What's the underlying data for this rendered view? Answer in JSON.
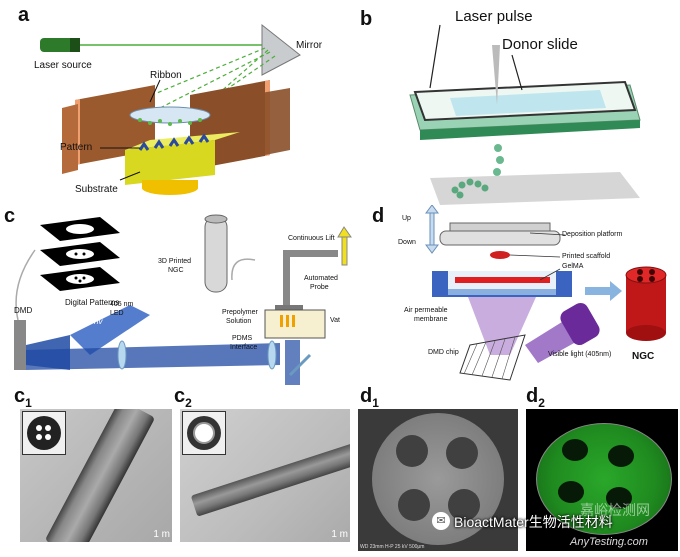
{
  "panels": {
    "a": {
      "letter": "a",
      "laser_source": "Laser source",
      "mirror": "Mirror",
      "ribbon": "Ribbon",
      "pattern": "Pattern",
      "substrate": "Substrate"
    },
    "b": {
      "letter": "b",
      "laser_pulse": "Laser pulse",
      "donor_slide": "Donor slide"
    },
    "c": {
      "letter": "c",
      "digital_patterns": "Digital Patterns",
      "dmd": "DMD",
      "led_line1": "405 nm",
      "led_line2": "LED",
      "hv": "hv",
      "ngc_line1": "3D Printed",
      "ngc_line2": "NGC",
      "continuous_lift": "Continuous Lift",
      "probe_line1": "Automated",
      "probe_line2": "Probe",
      "prepolymer_line1": "Prepolymer",
      "prepolymer_line2": "Solution",
      "vat": "Vat",
      "pdms_line1": "PDMS",
      "pdms_line2": "Interface"
    },
    "d": {
      "letter": "d",
      "up": "Up",
      "down": "Down",
      "deposition_platform": "Deposition platform",
      "printed_scaffold": "Printed scaffold",
      "gelma": "GelMA",
      "air_line1": "Air permeable",
      "air_line2": "membrane",
      "dmd_chip": "DMD chip",
      "visible_light": "Visible light (405nm)",
      "ngc": "NGC"
    },
    "c1": {
      "letter": "c",
      "sub": "1",
      "scale": "1 m"
    },
    "c2": {
      "letter": "c",
      "sub": "2",
      "scale": "1 m"
    },
    "d1": {
      "letter": "d",
      "sub": "1",
      "sem_info": "WD 23mm  H-P  25 kV    500μm"
    },
    "d2": {
      "letter": "d",
      "sub": "2"
    }
  },
  "watermark": {
    "text": "BioactMater生物活性材料",
    "site": "AnyTesting.com",
    "cn": "嘉峪检测网"
  },
  "colors": {
    "laser_green": "#4cae3a",
    "beam_blue": "#1f4aa3",
    "gelma_red": "#e02020",
    "ngc_red": "#c01818",
    "wall_brown": "#9b5a2e",
    "substrate_yellow": "#d8d820"
  }
}
